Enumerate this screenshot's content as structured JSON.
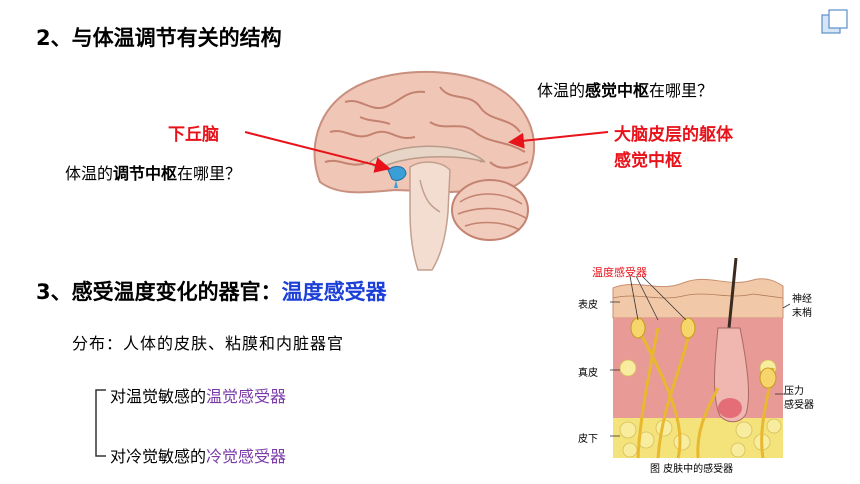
{
  "slide": {
    "section2_title": "2、与体温调节有关的结构",
    "q_sense_prefix": "体温的",
    "q_sense_bold": "感觉中枢",
    "q_sense_suffix": "在哪里？",
    "q_reg_prefix": "体温的",
    "q_reg_bold": "调节中枢",
    "q_reg_suffix": "在哪里？",
    "label_hypothalamus": "下丘脑",
    "label_cortex_line1": "大脑皮层的躯体",
    "label_cortex_line2": "感觉中枢",
    "section3_prefix": "3、感受温度变化的器官：",
    "section3_answer": "温度感受器",
    "distribution": "分布：人体的皮肤、粘膜和内脏器官",
    "warm_prefix": "对温觉敏感的",
    "warm_receptor": "温觉感受器",
    "cold_prefix": "对冷觉敏感的",
    "cold_receptor": "冷觉感受器"
  },
  "skin_figure": {
    "receptor_label": "温度感受器",
    "layer_epidermis": "表皮",
    "layer_dermis": "真皮",
    "layer_subcutis": "皮下",
    "nerve_end_line1": "神经",
    "nerve_end_line2": "末梢",
    "pressure_line1": "压力",
    "pressure_line2": "感受器",
    "caption": "图 皮肤中的感受器"
  },
  "colors": {
    "red": "#e8121a",
    "blue": "#1c3fd8",
    "purple": "#7a3aa8"
  }
}
